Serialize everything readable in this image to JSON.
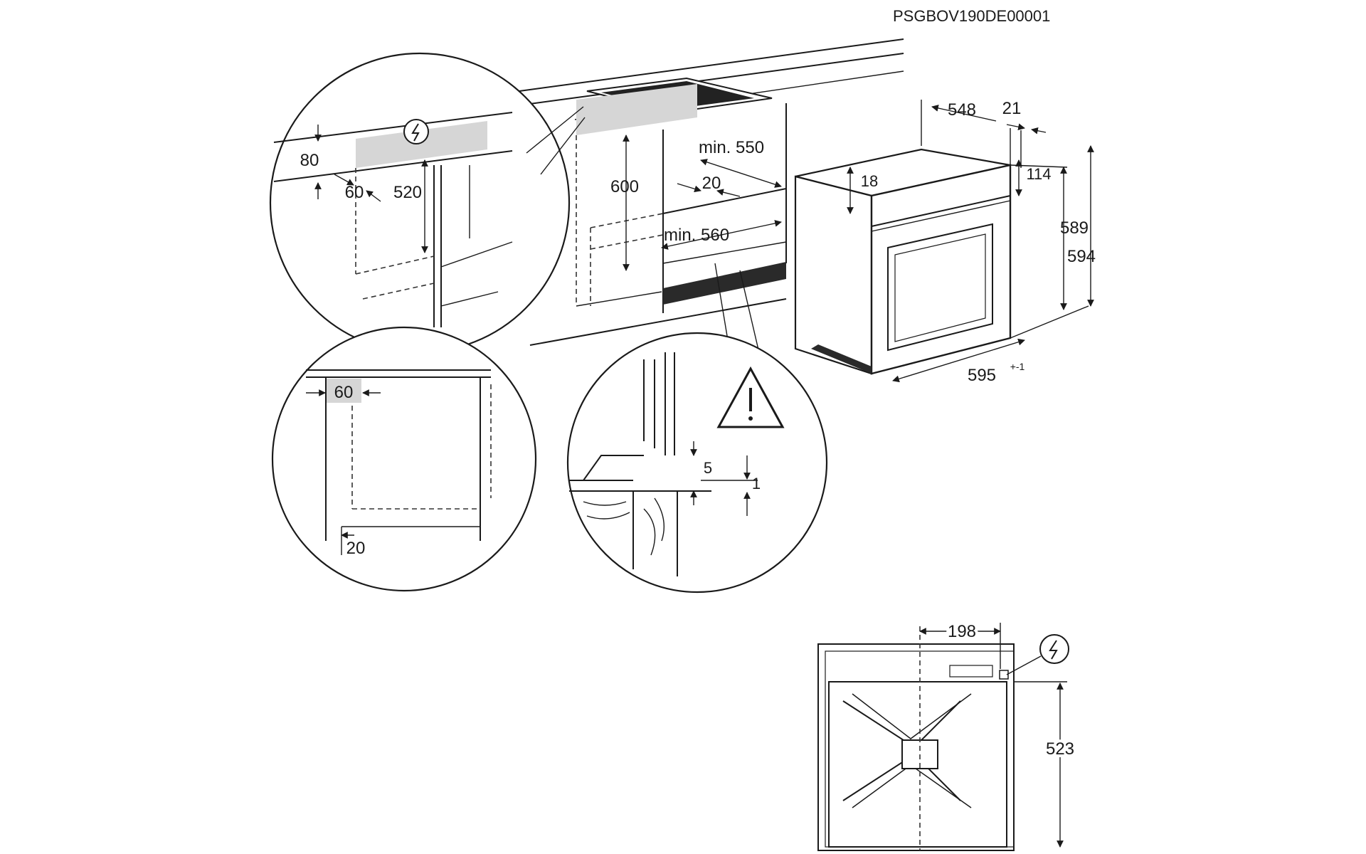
{
  "diagram": {
    "code": "PSGBOV190DE00001",
    "dims": {
      "d548": "548",
      "d21": "21",
      "d114": "114",
      "d18": "18",
      "d589": "589",
      "d594": "594",
      "d595": "595",
      "tol595": "+-1",
      "d600": "600",
      "min550": "min. 550",
      "d20": "20",
      "min560": "min. 560",
      "d80": "80",
      "d60": "60",
      "d520": "520",
      "d60b": "60",
      "d20b": "20",
      "d5": "5",
      "d1": "1",
      "d198": "198",
      "d523": "523"
    }
  }
}
